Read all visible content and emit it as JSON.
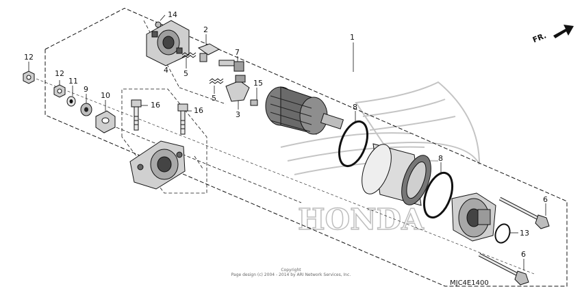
{
  "direction_label": "FR.",
  "watermark_text": "HONDA",
  "copyright_line1": "Copyright",
  "copyright_line2": "Page design (c) 2004 - 2014 by ARI Network Services, Inc.",
  "diagram_code": "MJC4E1400",
  "callouts": {
    "c1": "1",
    "c2": "2",
    "c3": "3",
    "c4": "4",
    "c5a": "5",
    "c5b": "5",
    "c6a": "6",
    "c6b": "6",
    "c7": "7",
    "c8a": "8",
    "c8b": "8",
    "c9": "9",
    "c10": "10",
    "c11": "11",
    "c12a": "12",
    "c12b": "12",
    "c13": "13",
    "c14": "14",
    "c15": "15",
    "c16a": "16",
    "c16b": "16"
  },
  "colors": {
    "line": "#111111",
    "watermark": "#bdbdbd",
    "part_fill": "#d9d9d9",
    "part_dark": "#444444"
  }
}
